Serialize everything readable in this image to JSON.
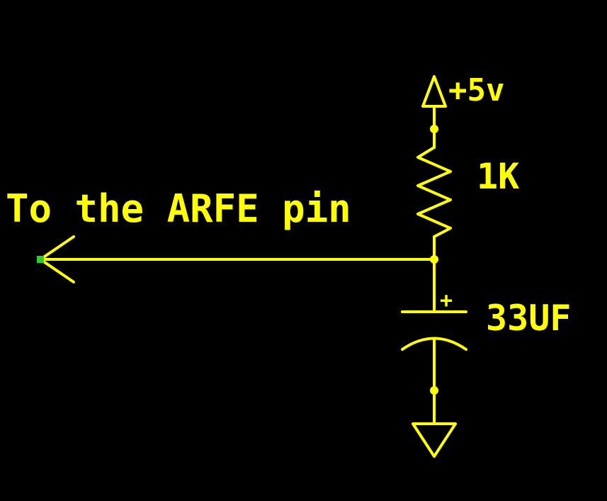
{
  "schematic": {
    "net_label": "To the ARFE pin",
    "supply_label": "+5v",
    "resistor_value": "1K",
    "capacitor_value": "33UF",
    "capacitor_polarity_mark": "+"
  },
  "colors": {
    "background": "#000000",
    "wire": "#ffff00",
    "pin_endpoint": "#33cc33"
  }
}
